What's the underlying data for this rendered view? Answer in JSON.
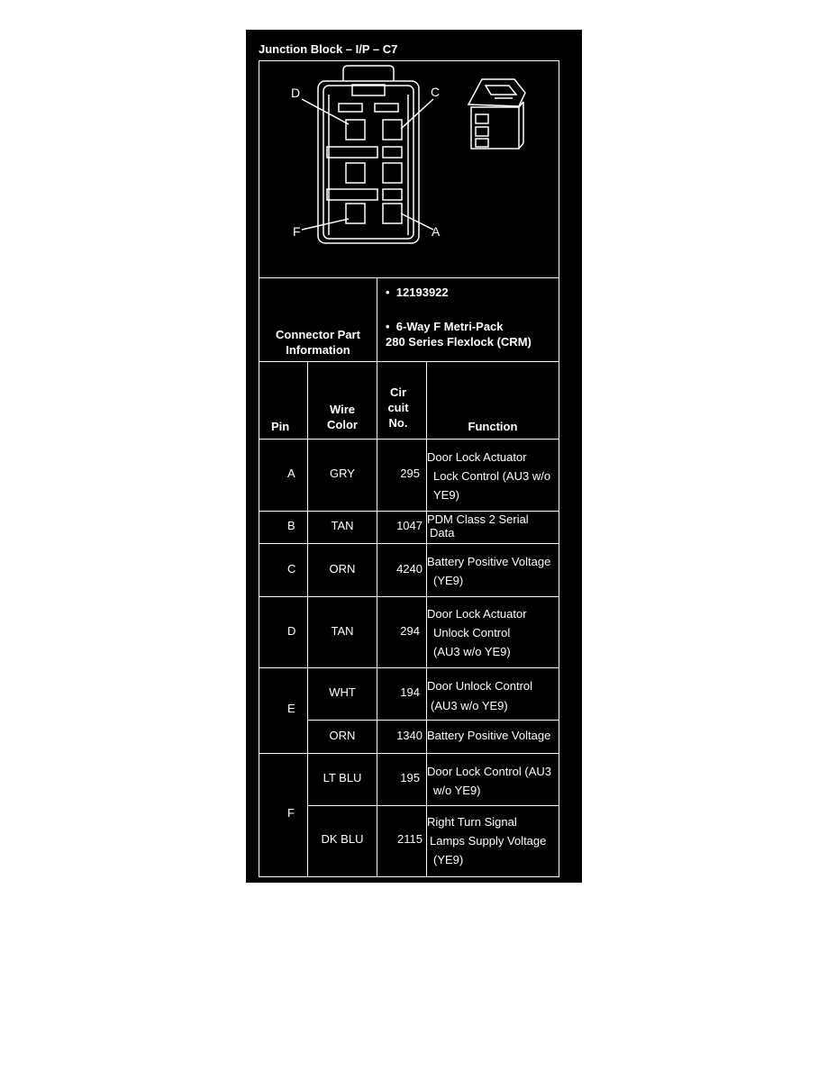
{
  "title": "Junction Block – I/P – C7",
  "diagram": {
    "pin_labels": [
      "D",
      "C",
      "F",
      "A"
    ]
  },
  "connector_info": {
    "label_line1": "Connector Part",
    "label_line2": "Information",
    "bullet": "•",
    "part_number": "12193922",
    "desc_line1": "6-Way F Metri-Pack",
    "desc_line2": "280 Series Flexlock (CRM)"
  },
  "headers": {
    "pin": "Pin",
    "wire_color_1": "Wire",
    "wire_color_2": "Color",
    "circuit_1": "Cir",
    "circuit_2": "cuit",
    "circuit_3": "No.",
    "function": "Function"
  },
  "rows": [
    {
      "pin": "A",
      "color": "GRY",
      "circuit": "295",
      "f1": "Door Lock Actuator",
      "f2": "Lock Control (AU3 w/o",
      "f3": "YE9)"
    },
    {
      "pin": "B",
      "color": "TAN",
      "circuit": "1047",
      "f1": "PDM Class 2 Serial",
      "f2": "Data"
    },
    {
      "pin": "C",
      "color": "ORN",
      "circuit": "4240",
      "f1": "Battery Positive Voltage",
      "f2": "(YE9)"
    },
    {
      "pin": "D",
      "color": "TAN",
      "circuit": "294",
      "f1": "Door Lock Actuator",
      "f2": "Unlock Control",
      "f3": "(AU3 w/o YE9)"
    },
    {
      "pin": "E",
      "color": "WHT",
      "circuit": "194",
      "f1": "Door Unlock Control",
      "f2": "(AU3 w/o YE9)"
    },
    {
      "color": "ORN",
      "circuit": "1340",
      "f1": "Battery Positive Voltage"
    },
    {
      "pin": "F",
      "color": "LT BLU",
      "circuit": "195",
      "f1": "Door Lock Control (AU3",
      "f2": "w/o YE9)"
    },
    {
      "color": "DK BLU",
      "circuit": "2115",
      "f1": "Right Turn Signal",
      "f2": "Lamps Supply Voltage",
      "f3": "(YE9)"
    }
  ]
}
